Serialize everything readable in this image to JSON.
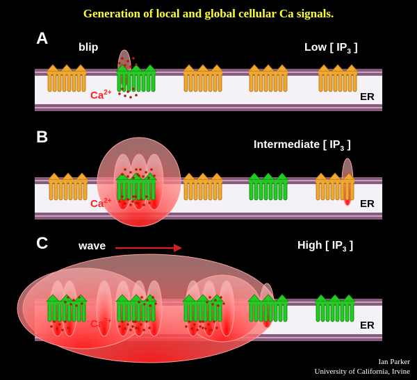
{
  "title": "Generation of local and global cellular Ca signals.",
  "panels": [
    {
      "letter": "A",
      "left_label": "blip",
      "right_label_prefix": "Low [ IP",
      "right_label_sub": "3",
      "right_label_suffix": " ]"
    },
    {
      "letter": "B",
      "left_label": "",
      "right_label_prefix": "Intermediate [ IP",
      "right_label_sub": "3",
      "right_label_suffix": " ]"
    },
    {
      "letter": "C",
      "left_label": "wave",
      "right_label_prefix": "High [ IP",
      "right_label_sub": "3",
      "right_label_suffix": " ]"
    }
  ],
  "ion_label": "Ca",
  "ion_charge": "2+",
  "er_label": "ER",
  "credit": {
    "name": "Ian Parker",
    "affiliation": "University of California, Irvine"
  },
  "colors": {
    "title": "#ffff33",
    "background": "#000000",
    "membrane_stripe": "#8a5a7e",
    "membrane_fill": "#f4f2f6",
    "inactive_channel": "#f0a830",
    "active_channel": "#22cc22",
    "calcium_label": "#ff2020",
    "wave_arrow": "#cc2222"
  }
}
